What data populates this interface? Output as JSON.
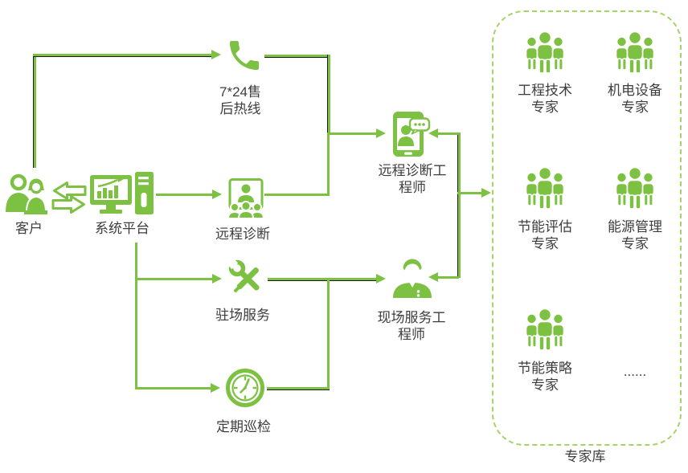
{
  "palette": {
    "green": "#7DC142",
    "dash_green": "#A6D368",
    "line_shadow": "#1C1C1C",
    "text": "#3D3D3D"
  },
  "nodes": {
    "customer": {
      "label": "客户"
    },
    "platform": {
      "label": "系统平台"
    },
    "hotline": {
      "line1": "7*24售",
      "line2": "后热线"
    },
    "remote_diagnosis": {
      "label": "远程诊断"
    },
    "onsite_service": {
      "label": "驻场服务"
    },
    "inspection": {
      "label": "定期巡检"
    },
    "remote_engineer": {
      "line1": "远程诊断工",
      "line2": "程师"
    },
    "field_engineer": {
      "line1": "现场服务工",
      "line2": "程师"
    }
  },
  "expert_pool": {
    "title": "专家库",
    "experts": [
      {
        "line1": "工程技术",
        "line2": "专家"
      },
      {
        "line1": "机电设备",
        "line2": "专家"
      },
      {
        "line1": "节能评估",
        "line2": "专家"
      },
      {
        "line1": "能源管理",
        "line2": "专家"
      },
      {
        "line1": "节能策略",
        "line2": "专家"
      }
    ],
    "more": "......"
  }
}
